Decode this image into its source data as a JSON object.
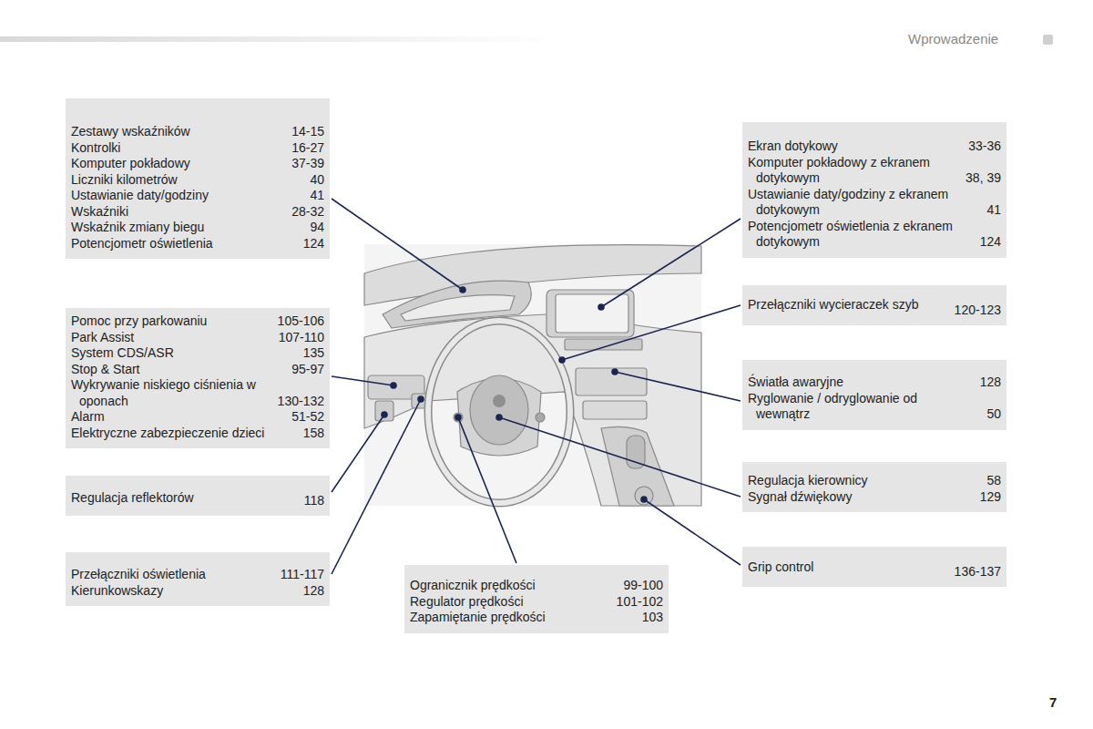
{
  "diagram": {
    "nodes": [
      {
        "text": [
          "Zestawy wskaźników",
          "14-15",
          "Kontrolki",
          "16-27",
          "Komputer pokładowy",
          "37-39",
          "Liczniki kilometrów",
          "40",
          "Ustawianie daty/godziny",
          "41",
          "Wskaźniki",
          "28-32",
          "Wskaźnik zmiany biegu",
          "94",
          "Potencjometr oświetlenia",
          "124"
        ]
      },
      {
        "text": [
          "Pomoc przy parkowaniu",
          "105-106",
          "Park Assist",
          "107-110",
          "System CDS/ASR",
          "135",
          "Stop & Start",
          "95-97",
          "Wykrywanie niskiego ciśnienia w oponach",
          "130-132",
          "Alarm",
          "51-52",
          "Elektryczne zabezpieczenie dzieci",
          "158"
        ]
      },
      {
        "text": [
          "Regulacja reflektorów",
          "118"
        ]
      },
      {
        "text": [
          "Przełączniki oświetlenia",
          "111-117",
          "Kierunkowskazy",
          "128"
        ]
      },
      {
        "text": [
          "Ogranicznik prędkości",
          "99-100",
          "Regulator prędkości",
          "101-102",
          "Zapamiętanie prędkości",
          "103"
        ]
      },
      {
        "text": [
          "Ekran dotykowy",
          "33-36",
          "Komputer pokładowy z ekranem dotykowym",
          "38, 39",
          "Ustawianie daty/godziny z ekranem dotykowym",
          "41",
          "Potencjometr oświetlenia z ekranem dotykowym",
          "124"
        ]
      },
      {
        "text": [
          "Przełączniki wycieraczek szyb",
          "120-123"
        ]
      },
      {
        "text": [
          "Światła awaryjne",
          "128",
          "Ryglowanie / odryglowanie od wewnątrz",
          "50"
        ]
      },
      {
        "text": [
          "Regulacja kierownicy",
          "58",
          "Sygnał dźwiękowy",
          "129"
        ]
      },
      {
        "text": [
          "Grip control",
          "136-137"
        ]
      }
    ],
    "labels": [
      "Wprowadzenie",
      "7"
    ]
  }
}
